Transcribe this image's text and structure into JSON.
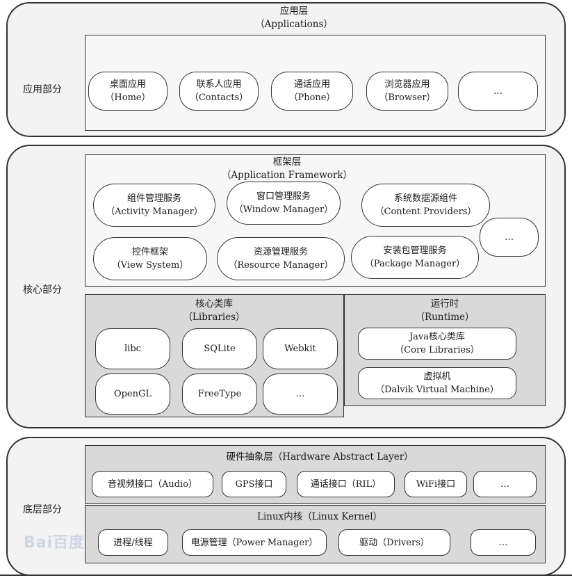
{
  "app_section": {
    "side_label": "应用部分",
    "layer_title": "应用层",
    "layer_subtitle": "（Applications）",
    "items": [
      {
        "cn": "桌面应用",
        "en": "（Home）"
      },
      {
        "cn": "联系人应用",
        "en": "（Contacts）"
      },
      {
        "cn": "通话应用",
        "en": "（Phone）"
      },
      {
        "cn": "浏览器应用",
        "en": "（Browser）"
      },
      {
        "cn": "…",
        "en": ""
      }
    ]
  },
  "core_section": {
    "side_label": "核心部分",
    "framework": {
      "title": "框架层",
      "subtitle": "（Application Framework）",
      "items": [
        {
          "cn": "组件管理服务",
          "en": "（Activity Manager）"
        },
        {
          "cn": "窗口管理服务",
          "en": "（Window Manager）"
        },
        {
          "cn": "系统数据源组件",
          "en": "（Content Providers）"
        },
        {
          "cn": "控件框架",
          "en": "（View System）"
        },
        {
          "cn": "资源管理服务",
          "en": "（Resource Manager）"
        },
        {
          "cn": "安装包管理服务",
          "en": "（Package Manager）"
        },
        {
          "cn": "…",
          "en": ""
        }
      ]
    },
    "libraries": {
      "title": "核心类库",
      "subtitle": "（Libraries）",
      "items": [
        "libc",
        "SQLite",
        "Webkit",
        "OpenGL",
        "FreeType",
        "…"
      ]
    },
    "runtime": {
      "title": "运行时",
      "subtitle": "（Runtime）",
      "items": [
        {
          "cn": "Java核心类库",
          "en": "（Core Libraries）"
        },
        {
          "cn": "虚拟机",
          "en": "（Dalvik Virtual Machine）"
        }
      ]
    }
  },
  "base_section": {
    "side_label": "底层部分",
    "hal": {
      "title": "硬件抽象层（Hardware Abstract Layer）",
      "items": [
        "音视频接口（Audio）",
        "GPS接口",
        "通话接口（RIL）",
        "WiFi接口",
        "…"
      ]
    },
    "kernel": {
      "title": "Linux内核（Linux Kernel）",
      "items": [
        "进程/线程",
        "电源管理（Power Manager）",
        "驱动（Drivers）",
        "…"
      ]
    }
  },
  "watermark": "Bai百度"
}
